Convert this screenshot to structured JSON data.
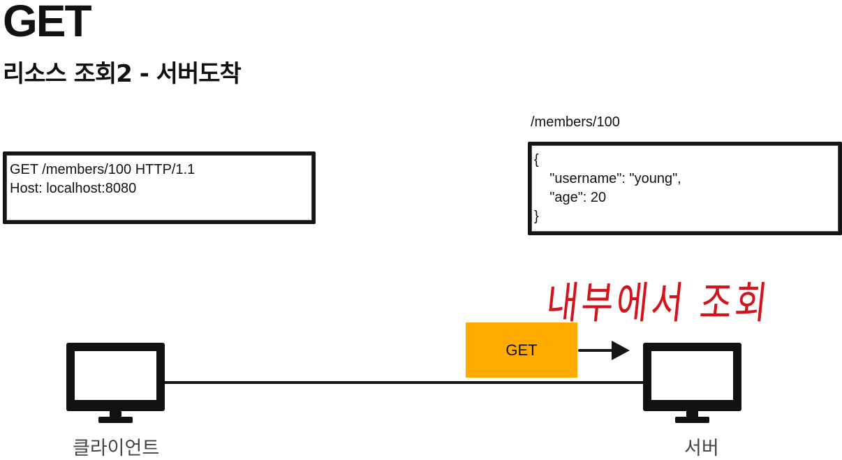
{
  "header": {
    "title": "GET",
    "subtitle": "리소스 조회2 - 서버도착"
  },
  "request": {
    "lines": "GET /members/100 HTTP/1.1\nHost: localhost:8080"
  },
  "response": {
    "url": "/members/100",
    "body": "{\n    \"username\": \"young\",\n    \"age\": 20\n}"
  },
  "annotation": {
    "text": "내부에서 조회",
    "color": "#d4141c"
  },
  "message": {
    "method": "GET",
    "color": "#ffab00"
  },
  "nodes": {
    "client": "클라이언트",
    "server": "서버"
  }
}
